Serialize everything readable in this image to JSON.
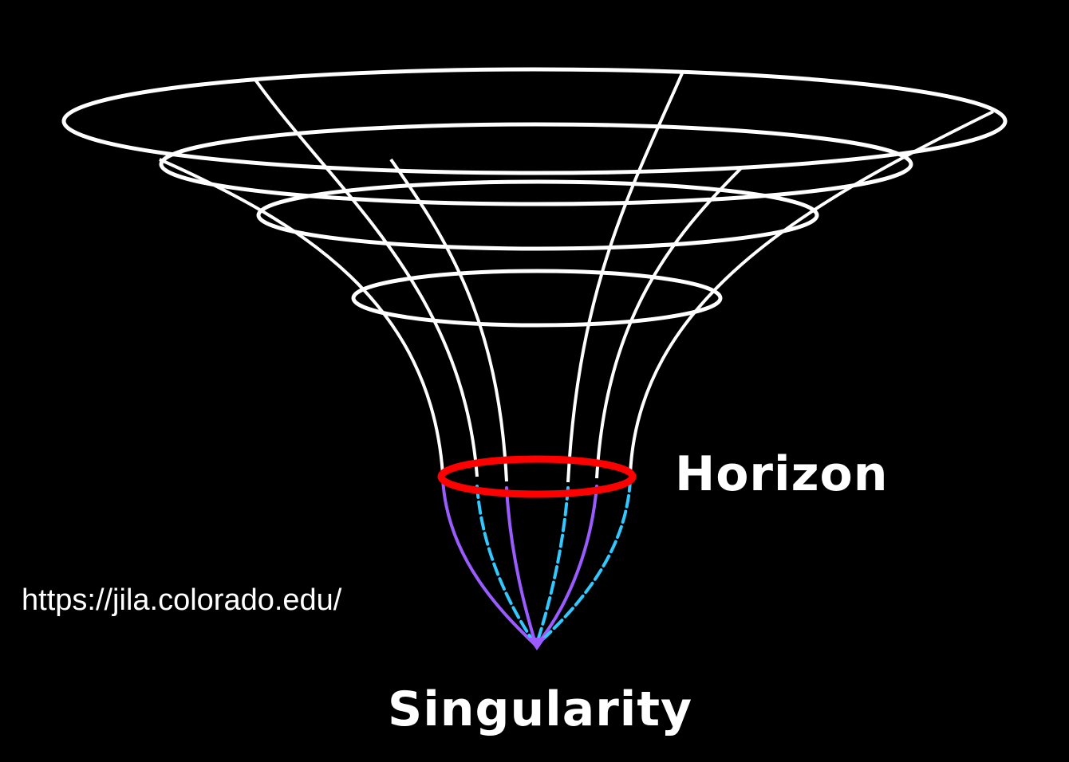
{
  "labels": {
    "horizon": "Horizon",
    "singularity": "Singularity",
    "source": "https://jila.colorado.edu/"
  },
  "colors": {
    "background": "#000000",
    "grid": "#ffffff",
    "horizon": "#ff0000",
    "interior_a": "#9b5cff",
    "interior_b": "#33c8ff",
    "text": "#ffffff"
  }
}
